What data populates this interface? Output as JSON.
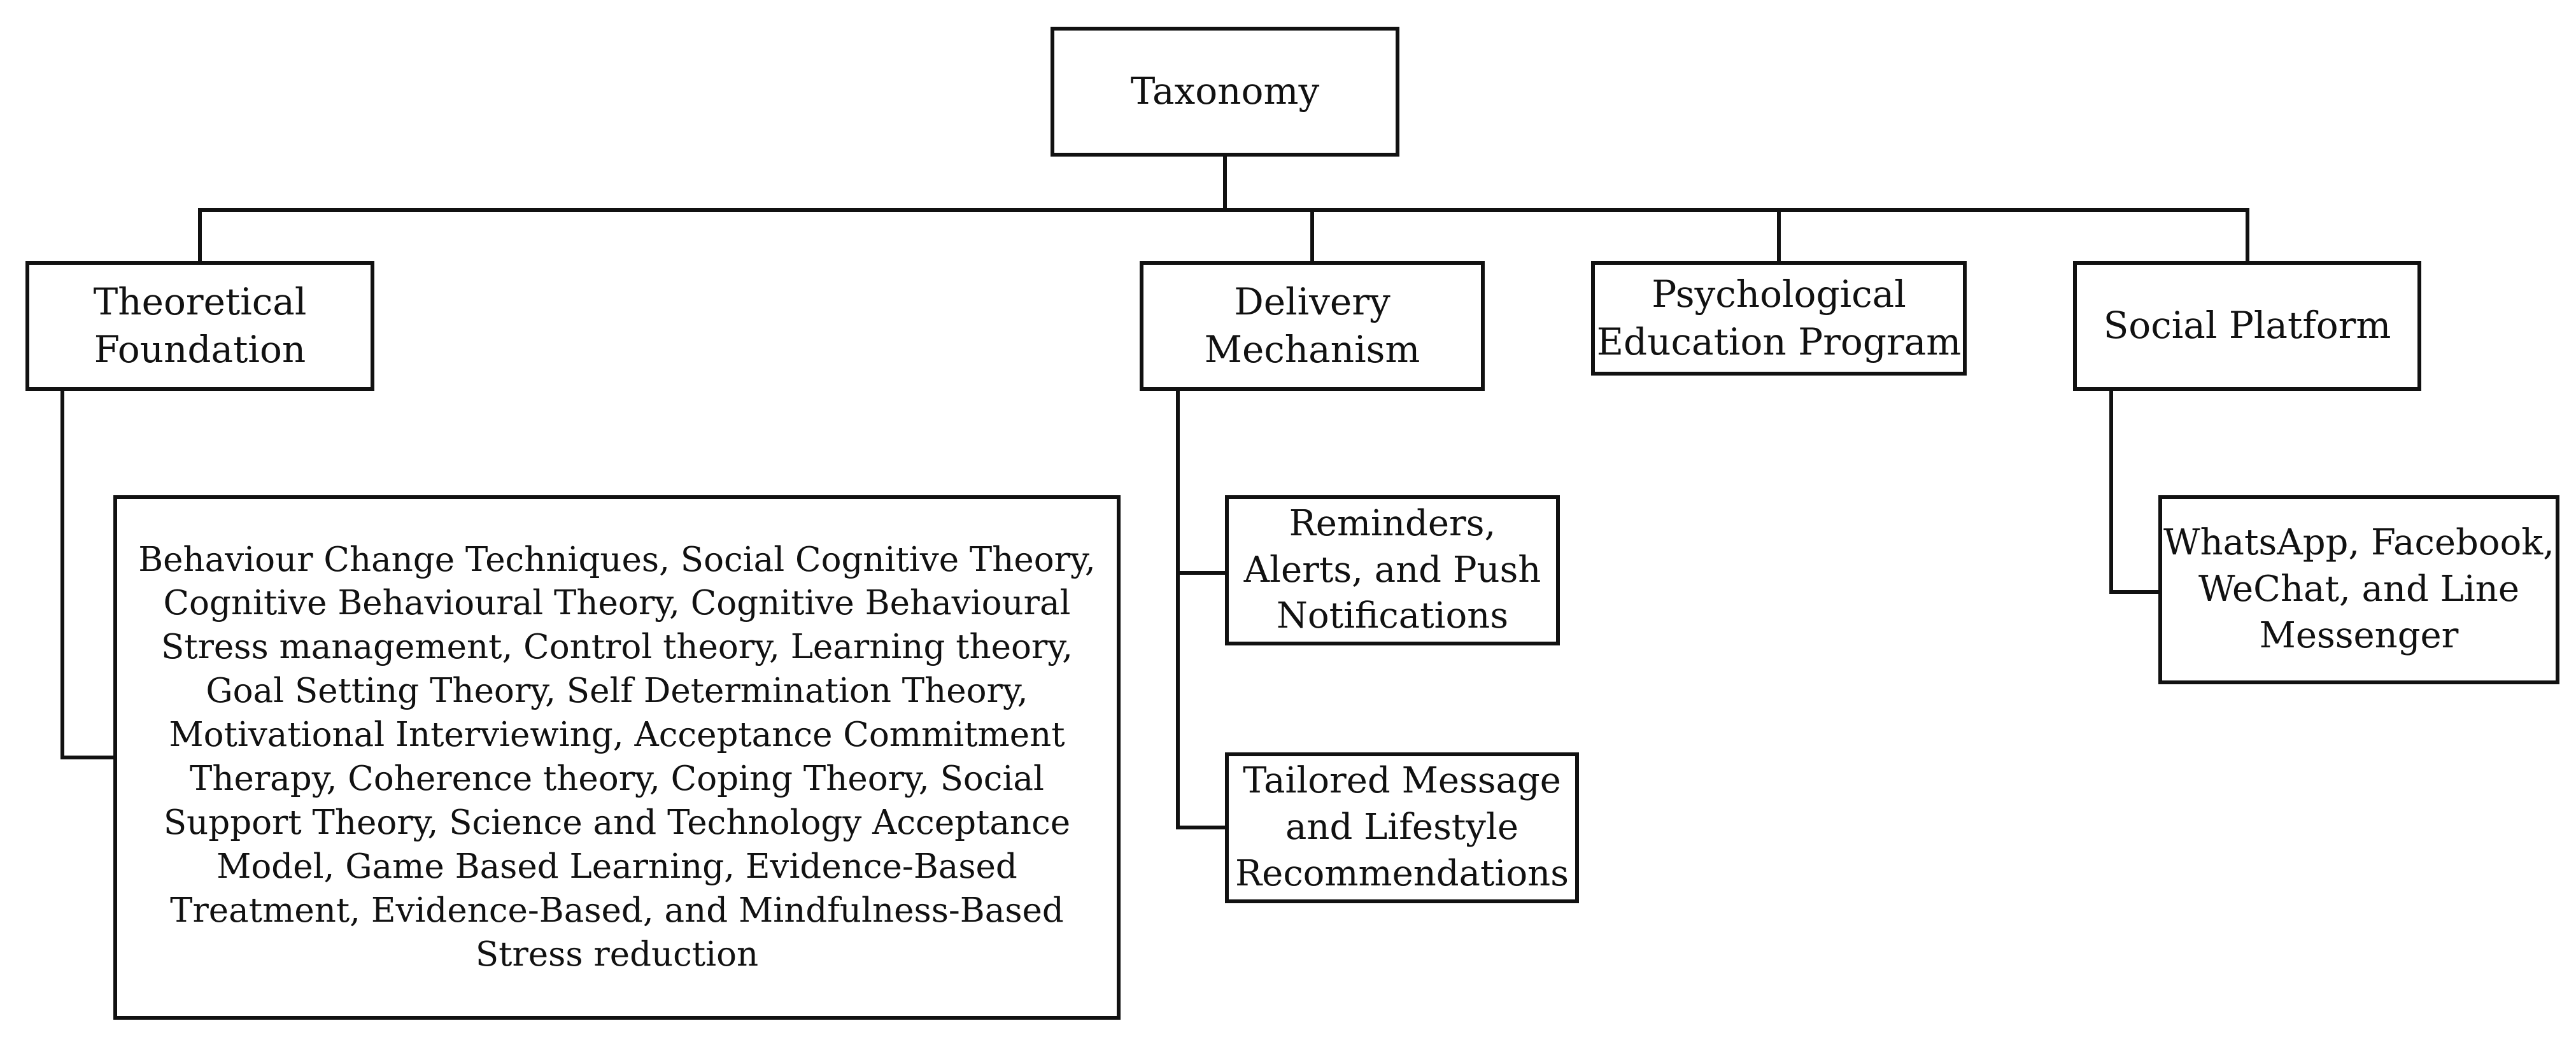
{
  "diagram": {
    "root": {
      "label": "Taxonomy"
    },
    "categories": [
      {
        "key": "theory",
        "label_lines": [
          "Theoretical",
          "Foundation"
        ],
        "children": [
          {
            "key": "theory-detail",
            "label_lines": [
              "Behaviour Change Techniques, Social Cognitive Theory,",
              "Cognitive Behavioural Theory, Cognitive Behavioural",
              "Stress management,  Control theory, Learning theory,",
              "Goal Setting Theory, Self Determination Theory,",
              "Motivational  Interviewing, Acceptance Commitment",
              "Therapy, Coherence theory, Coping Theory, Social",
              "Support Theory, Science and Technology Acceptance",
              "Model, Game Based Learning, Evidence-Based",
              "Treatment, Evidence-Based, and Mindfulness-Based",
              "Stress reduction"
            ]
          }
        ]
      },
      {
        "key": "delivery",
        "label_lines": [
          "Delivery",
          "Mechanism"
        ],
        "children": [
          {
            "key": "reminders",
            "label_lines": [
              "Reminders,",
              "Alerts, and Push",
              "Notifications"
            ]
          },
          {
            "key": "tailored",
            "label_lines": [
              "Tailored Message",
              "and Lifestyle",
              "Recommendations"
            ]
          }
        ]
      },
      {
        "key": "psych",
        "label_lines": [
          "Psychological",
          "Education Program"
        ],
        "children": []
      },
      {
        "key": "social",
        "label_lines": [
          "Social Platform"
        ],
        "children": [
          {
            "key": "messengers",
            "label_lines": [
              "WhatsApp, Facebook,",
              "WeChat, and Line",
              "Messenger"
            ]
          }
        ]
      }
    ]
  }
}
